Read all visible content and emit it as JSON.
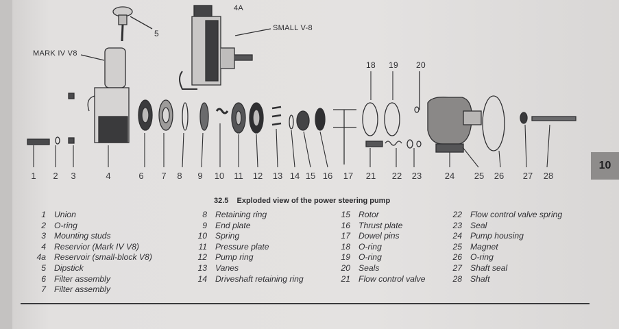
{
  "figure": {
    "callouts": {
      "mark_iv": "MARK IV V8",
      "small_v8": "SMALL V-8",
      "part_4a": "4A",
      "part_5": "5",
      "part_18": "18",
      "part_19": "19",
      "part_20": "20"
    },
    "numbers": [
      "1",
      "2",
      "3",
      "4",
      "6",
      "7",
      "8",
      "9",
      "10",
      "11",
      "12",
      "13",
      "14",
      "15",
      "16",
      "17",
      "21",
      "22",
      "23",
      "24",
      "25",
      "26",
      "27",
      "28"
    ]
  },
  "caption": {
    "fig_number": "32.5",
    "title": "Exploded view of the power steering pump"
  },
  "legend": {
    "col1": [
      {
        "n": "1",
        "label": "Union"
      },
      {
        "n": "2",
        "label": "O-ring"
      },
      {
        "n": "3",
        "label": "Mounting studs"
      },
      {
        "n": "4",
        "label": "Reservior (Mark IV V8)"
      },
      {
        "n": "4a",
        "label": "Reservoir (small-block V8)"
      },
      {
        "n": "5",
        "label": "Dipstick"
      },
      {
        "n": "6",
        "label": "Filter assembly"
      },
      {
        "n": "7",
        "label": "Filter assembly"
      }
    ],
    "col2": [
      {
        "n": "8",
        "label": "Retaining ring"
      },
      {
        "n": "9",
        "label": "End plate"
      },
      {
        "n": "10",
        "label": "Spring"
      },
      {
        "n": "11",
        "label": "Pressure plate"
      },
      {
        "n": "12",
        "label": "Pump ring"
      },
      {
        "n": "13",
        "label": "Vanes"
      },
      {
        "n": "14",
        "label": "Driveshaft retaining ring"
      }
    ],
    "col3": [
      {
        "n": "15",
        "label": "Rotor"
      },
      {
        "n": "16",
        "label": "Thrust plate"
      },
      {
        "n": "17",
        "label": "Dowel pins"
      },
      {
        "n": "18",
        "label": "O-ring"
      },
      {
        "n": "19",
        "label": "O-ring"
      },
      {
        "n": "20",
        "label": "Seals"
      },
      {
        "n": "21",
        "label": "Flow control valve"
      }
    ],
    "col4": [
      {
        "n": "22",
        "label": "Flow control valve spring"
      },
      {
        "n": "23",
        "label": "Seal"
      },
      {
        "n": "24",
        "label": "Pump housing"
      },
      {
        "n": "25",
        "label": "Magnet"
      },
      {
        "n": "26",
        "label": "O-ring"
      },
      {
        "n": "27",
        "label": "Shaft seal"
      },
      {
        "n": "28",
        "label": "Shaft"
      }
    ]
  },
  "chapter_tab": "10",
  "colors": {
    "paper": "#e2e0df",
    "ink": "#2a2a2c",
    "tab": "#8e8c8b"
  }
}
